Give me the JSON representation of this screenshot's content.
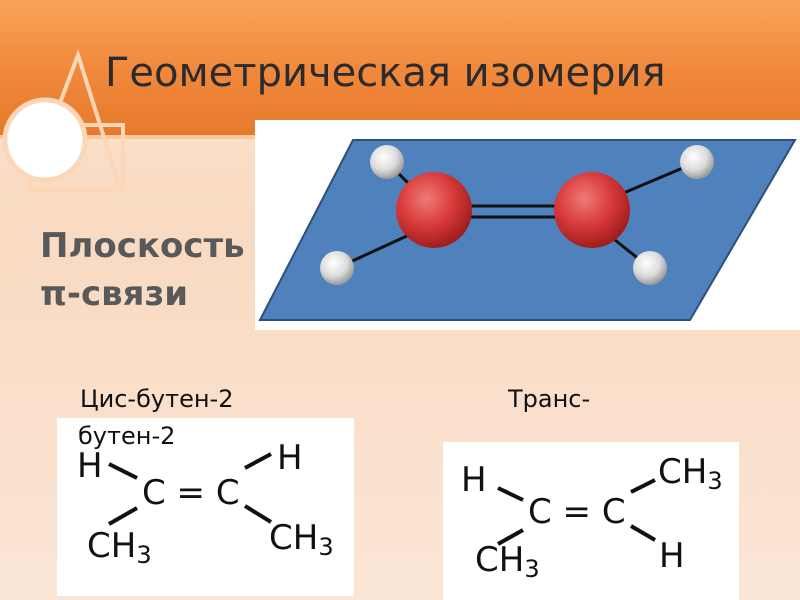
{
  "slide": {
    "title": "Геометрическая изомерия",
    "plane_label": "Плоскость π-связи",
    "cis_label": "Цис-бутен-2",
    "trans_label_part1": "Транс-",
    "trans_label_part2": "бутен-2"
  },
  "cis_structure": {
    "top_left": "H",
    "top_right": "H",
    "center": "C = C",
    "bottom_left": "CH",
    "bottom_left_sub": "3",
    "bottom_right": "CH",
    "bottom_right_sub": "3"
  },
  "trans_structure": {
    "top_left": "H",
    "top_right": "CH",
    "top_right_sub": "3",
    "center": "C = C",
    "bottom_left": "CH",
    "bottom_left_sub": "3",
    "bottom_right": "H"
  },
  "colors": {
    "header": "#f0873a",
    "plane": "#4f81bd",
    "carbon_atom": "#d93a3a",
    "hydrogen_atom": "#dcdcdc"
  }
}
